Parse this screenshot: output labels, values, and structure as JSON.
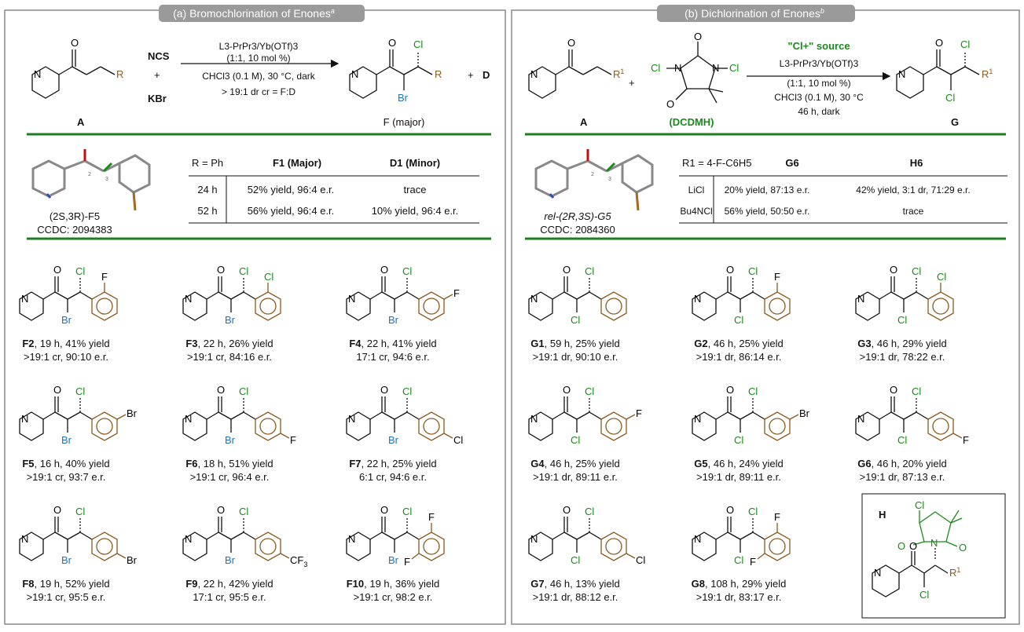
{
  "panel_a": {
    "header": "(a) Bromochlorination of Enones",
    "header_sup": "a",
    "label_A": "A",
    "R": "R",
    "NCS": "NCS",
    "plus": "+",
    "KBr": "KBr",
    "cond1": "L3-PrPr3/Yb(OTf)3",
    "cond2": "(1:1, 10 mol %)",
    "cond3": "CHCl3 (0.1 M), 30 °C, dark",
    "cond4": "> 19:1 dr    cr = F:D",
    "label_F": "F (major)",
    "D": "D",
    "crystal_label": "(2S,3R)-F5",
    "ccdc": "CCDC: 2094383",
    "table": {
      "r_label": "R = Ph",
      "col1": "F1 (Major)",
      "col2": "D1 (Minor)",
      "rows": [
        {
          "time": "24 h",
          "c1": "52% yield, 96:4 e.r.",
          "c2": "trace"
        },
        {
          "time": "52 h",
          "c1": "56% yield, 96:4 e.r.",
          "c2": "10% yield, 96:4 e.r."
        }
      ]
    },
    "products": [
      {
        "id": "F2",
        "line1": ", 19 h, 41% yield",
        "line2": ">19:1 cr, 90:10 e.r.",
        "sub": "2-F"
      },
      {
        "id": "F3",
        "line1": ", 22 h, 26% yield",
        "line2": ">19:1 cr, 84:16 e.r.",
        "sub": "2-Cl"
      },
      {
        "id": "F4",
        "line1": ", 22 h, 41% yield",
        "line2": "17:1 cr, 94:6 e.r.",
        "sub": "3-F"
      },
      {
        "id": "F5",
        "line1": ", 16 h, 40% yield",
        "line2": ">19:1 cr, 93:7 e.r.",
        "sub": "3-Br"
      },
      {
        "id": "F6",
        "line1": ", 18 h, 51% yield",
        "line2": ">19:1 cr, 96:4 e.r.",
        "sub": "4-F"
      },
      {
        "id": "F7",
        "line1": ", 22 h, 25% yield",
        "line2": "6:1 cr, 94:6 e.r.",
        "sub": "4-Cl"
      },
      {
        "id": "F8",
        "line1": ", 19 h, 52% yield",
        "line2": ">19:1 cr, 95:5 e.r.",
        "sub": "4-Br"
      },
      {
        "id": "F9",
        "line1": ", 22 h, 42% yield",
        "line2": "17:1 cr, 95:5 e.r.",
        "sub": "4-CF3"
      },
      {
        "id": "F10",
        "line1": ", 19 h, 36% yield",
        "line2": ">19:1 cr, 98:2 e.r.",
        "sub": "2,6-F2"
      }
    ]
  },
  "panel_b": {
    "header": "(b) Dichlorination of Enones",
    "header_sup": "b",
    "label_A": "A",
    "R1": "R1",
    "plus": "+",
    "reagent_label": "(DCDMH)",
    "source": "\"Cl+\" source",
    "cond1": "L3-PrPr3/Yb(OTf)3",
    "cond2": "(1:1, 10 mol %)",
    "cond3": "CHCl3 (0.1 M), 30 °C",
    "cond4": "46 h, dark",
    "label_G": "G",
    "crystal_label": "rel-(2R,3S)-G5",
    "ccdc": "CCDC: 2084360",
    "table": {
      "r_label": "R1 = 4-F-C6H5",
      "col1": "G6",
      "col2": "H6",
      "rows": [
        {
          "reagent": "LiCl",
          "c1": "20% yield, 87:13 e.r.",
          "c2": "42% yield, 3:1 dr, 71:29 e.r."
        },
        {
          "reagent": "Bu4NCl",
          "c1": "56% yield, 50:50 e.r.",
          "c2": "trace"
        }
      ]
    },
    "products": [
      {
        "id": "G1",
        "line1": ", 59 h, 25% yield",
        "line2": ">19:1 dr, 90:10 e.r.",
        "sub": "H"
      },
      {
        "id": "G2",
        "line1": ", 46 h, 25% yield",
        "line2": ">19:1 dr, 86:14 e.r.",
        "sub": "2-F"
      },
      {
        "id": "G3",
        "line1": ", 46 h, 29% yield",
        "line2": ">19:1 dr, 78:22 e.r.",
        "sub": "2-Cl"
      },
      {
        "id": "G4",
        "line1": ", 46 h, 25% yield",
        "line2": ">19:1 dr, 89:11 e.r.",
        "sub": "3-F"
      },
      {
        "id": "G5",
        "line1": ", 46 h, 24% yield",
        "line2": ">19:1 dr, 89:11 e.r.",
        "sub": "3-Br"
      },
      {
        "id": "G6",
        "line1": ", 46 h, 20% yield",
        "line2": ">19:1 dr, 87:13 e.r.",
        "sub": "4-F"
      },
      {
        "id": "G7",
        "line1": ", 46 h, 13% yield",
        "line2": ">19:1 dr, 88:12 e.r.",
        "sub": "4-Cl"
      },
      {
        "id": "G8",
        "line1": ", 108 h, 29% yield",
        "line2": ">19:1 dr, 83:17 e.r.",
        "sub": "2,6-F2"
      }
    ],
    "box_label": "H"
  },
  "colors": {
    "header_bg": "#9a9a9a",
    "rule": "#1e7d1e",
    "chlorine": "#1a8a1a",
    "bromine": "#1b74c2",
    "aryl": "#8a5a1e"
  }
}
